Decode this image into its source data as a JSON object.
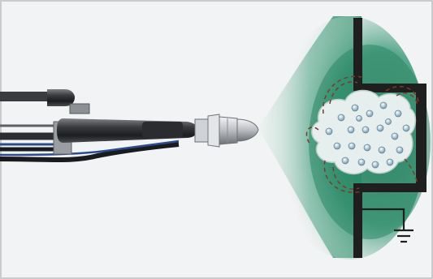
{
  "diagram": {
    "subject": "electrostatic-spray-gun",
    "components": [
      "spray-gun",
      "nozzle",
      "charged-spray-cloud",
      "grounded-workpiece",
      "ground-symbol"
    ],
    "colors": {
      "background": "#f3f4f5",
      "spray": "#2f8f6e",
      "spray_dark": "#1e7456",
      "workpiece": "#1f1f1f",
      "particle": "#8fb5c8",
      "field_line": "#7a3b2a",
      "hose_blue": "#2b4b8c"
    }
  }
}
